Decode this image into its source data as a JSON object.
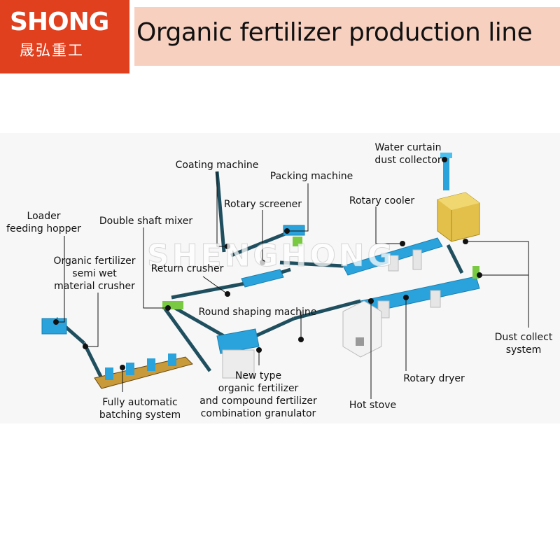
{
  "brand": {
    "logo_text": "SHONG",
    "logo_chinese": "晟弘重工",
    "logo_color": "#e1401f"
  },
  "title": "Organic fertilizer production line",
  "watermark": "SHENGHONG",
  "labels": {
    "water_curtain": "Water curtain\ndust collector",
    "coating_machine": "Coating machine",
    "packing_machine": "Packing machine",
    "rotary_screener": "Rotary screener",
    "rotary_cooler": "Rotary cooler",
    "loader_feeding_hopper": "Loader\nfeeding hopper",
    "double_shaft_mixer": "Double shaft mixer",
    "semi_wet_crusher": "Organic fertilizer\nsemi wet\nmaterial crusher",
    "return_crusher": "Return crusher",
    "round_shaping": "Round shaping machine",
    "dust_collect": "Dust collect\nsystem",
    "granulator": "New type\norganic fertilizer\nand compound fertilizer\ncombination granulator",
    "rotary_dryer": "Rotary dryer",
    "batching_system": "Fully automatic\nbatching system",
    "hot_stove": "Hot stove"
  },
  "colors": {
    "machine_blue": "#2aa3dc",
    "conveyor_dark": "#1f4f5f",
    "dust_yellow": "#e3c04a",
    "leader_line": "#111111"
  }
}
